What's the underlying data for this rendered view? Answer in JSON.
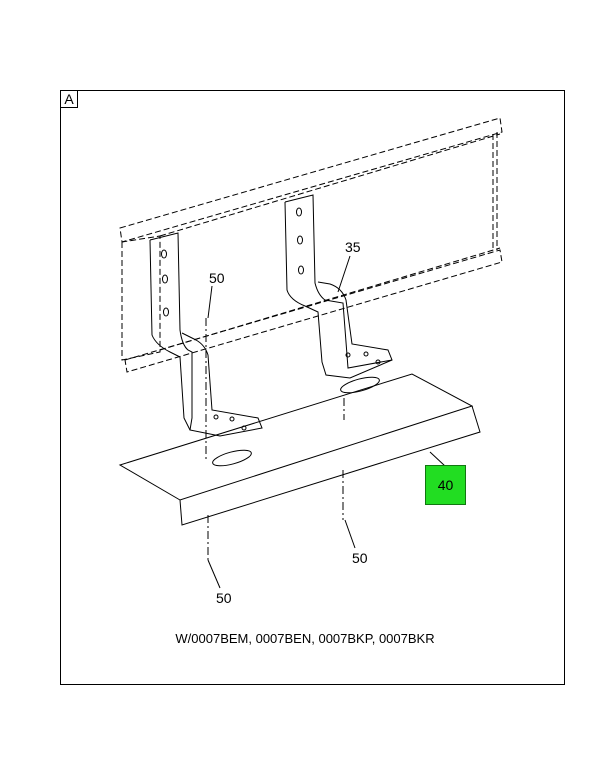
{
  "view_label": "A",
  "callouts": {
    "c35": "35",
    "c50_top": "50",
    "c40": "40",
    "c50_mid": "50",
    "c50_bottom": "50"
  },
  "highlight_color": "#22dd22",
  "note": "W/0007BEM, 0007BEN, 0007BKP, 0007BKR"
}
